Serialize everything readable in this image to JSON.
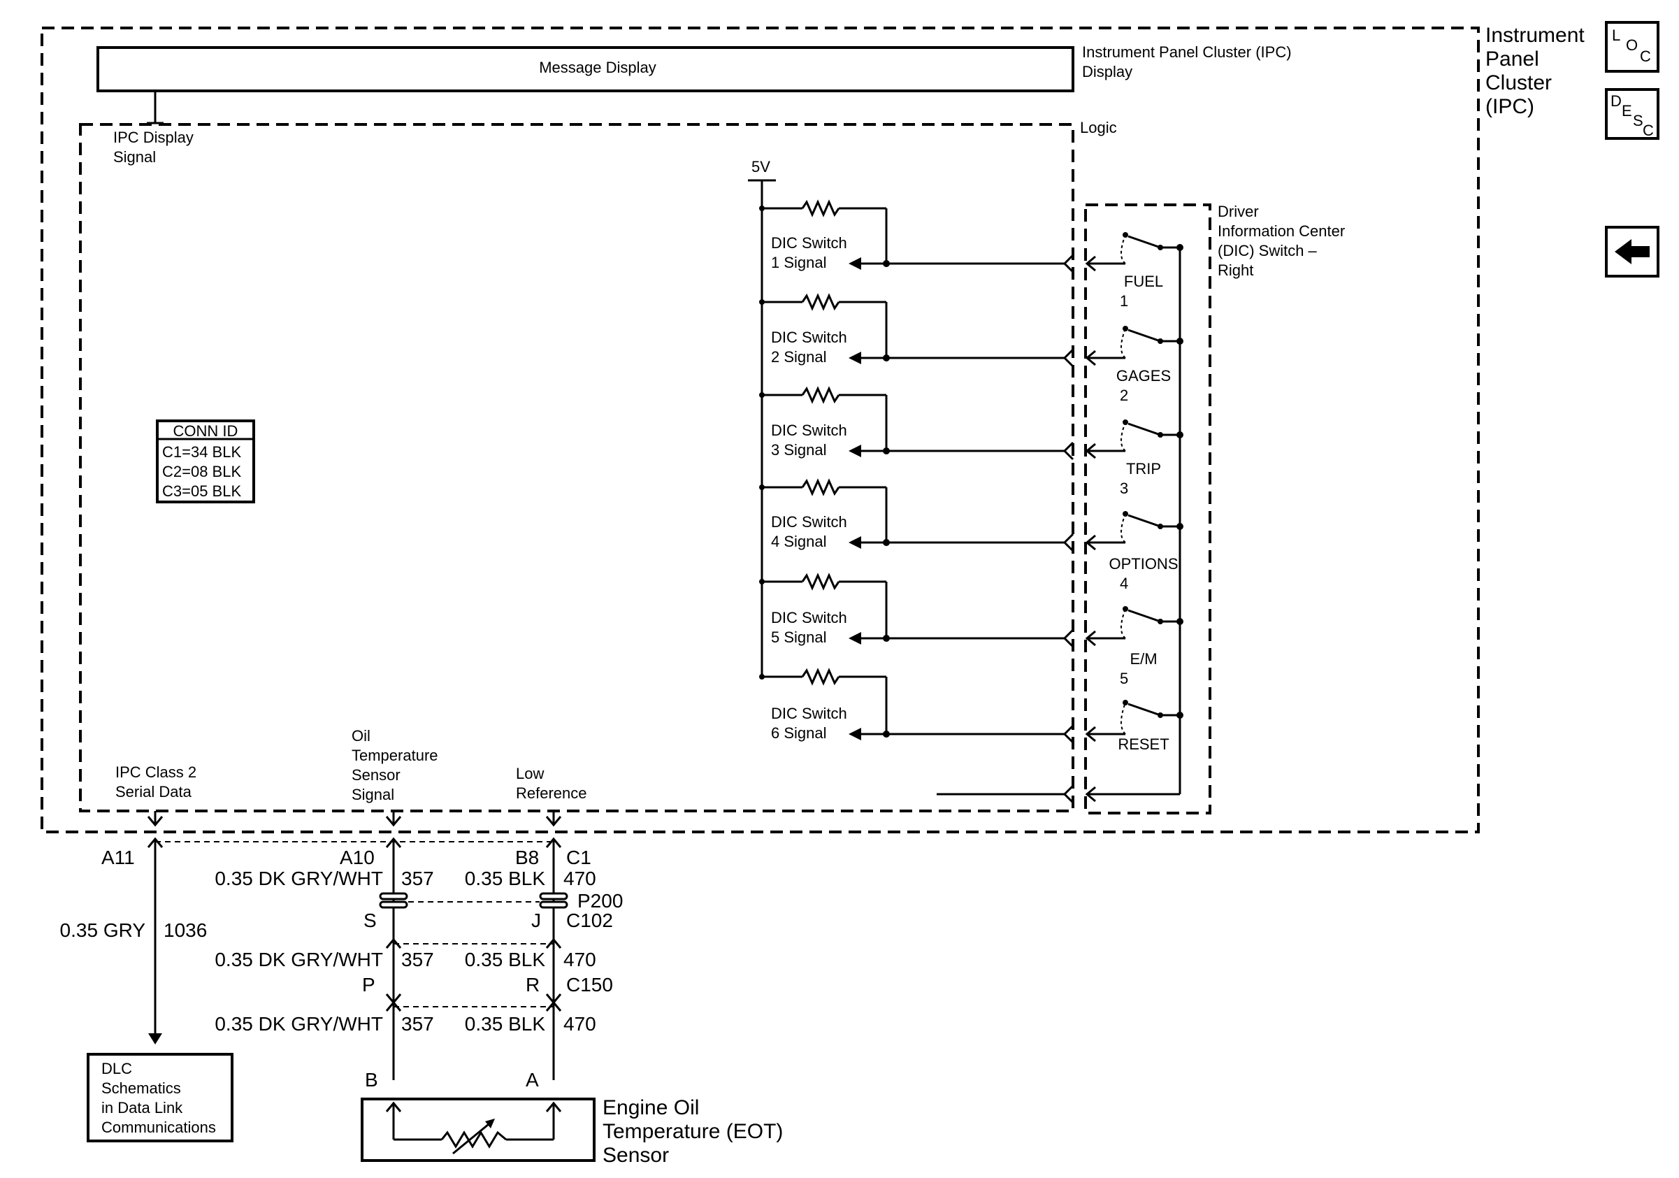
{
  "ipc": {
    "title_lines": [
      "Instrument",
      "Panel",
      "Cluster",
      "(IPC)"
    ],
    "display_label_lines": [
      "Instrument Panel Cluster (IPC)",
      "Display"
    ],
    "message_display": "Message Display",
    "logic_label": "Logic",
    "display_signal_lines": [
      "IPC Display",
      "Signal"
    ],
    "supply_voltage": "5V"
  },
  "nav": {
    "loc_letters": [
      "L",
      "O",
      "C"
    ],
    "desc_letters": [
      "D",
      "E",
      "S",
      "C"
    ],
    "back_icon": "left-arrow-icon"
  },
  "conn_id": {
    "title": "CONN ID",
    "rows": [
      "C1=34 BLK",
      "C2=08 BLK",
      "C3=05 BLK"
    ]
  },
  "dic_signals": [
    [
      "DIC Switch",
      "1 Signal"
    ],
    [
      "DIC Switch",
      "2 Signal"
    ],
    [
      "DIC Switch",
      "3 Signal"
    ],
    [
      "DIC Switch",
      "4 Signal"
    ],
    [
      "DIC Switch",
      "5 Signal"
    ],
    [
      "DIC Switch",
      "6 Signal"
    ]
  ],
  "dic_switch": {
    "title_lines": [
      "Driver",
      "Information Center",
      "(DIC) Switch –",
      "Right"
    ],
    "buttons": [
      [
        "FUEL",
        "1"
      ],
      [
        "GAGES",
        "2"
      ],
      [
        "TRIP",
        "3"
      ],
      [
        "OPTIONS",
        "4"
      ],
      [
        "E/M",
        "5"
      ],
      [
        "RESET"
      ]
    ]
  },
  "ipc_pins": {
    "class2": [
      "IPC Class 2",
      "Serial Data"
    ],
    "oil_temp": [
      "Oil",
      "Temperature",
      "Sensor",
      "Signal"
    ],
    "low_ref": [
      "Low",
      "Reference"
    ]
  },
  "wiring": {
    "a11": "A11",
    "a10": "A10",
    "b8": "B8",
    "c1": "C1",
    "w1_left": "0.35 DK GRY/WHT",
    "w1_left_circ": "357",
    "w1_right": "0.35 BLK",
    "w1_right_circ": "470",
    "p200": "P200",
    "s": "S",
    "j": "J",
    "c102": "C102",
    "gry": "0.35 GRY",
    "gry_circ": "1036",
    "w2_left": "0.35 DK GRY/WHT",
    "w2_left_circ": "357",
    "w2_right": "0.35 BLK",
    "w2_right_circ": "470",
    "p": "P",
    "r": "R",
    "c150": "C150",
    "w3_left": "0.35 DK GRY/WHT",
    "w3_left_circ": "357",
    "w3_right": "0.35 BLK",
    "w3_right_circ": "470",
    "b": "B",
    "a": "A"
  },
  "dlc_box": [
    "DLC",
    "Schematics",
    "in Data Link",
    "Communications"
  ],
  "eot_sensor": [
    "Engine Oil",
    "Temperature (EOT)",
    "Sensor"
  ]
}
